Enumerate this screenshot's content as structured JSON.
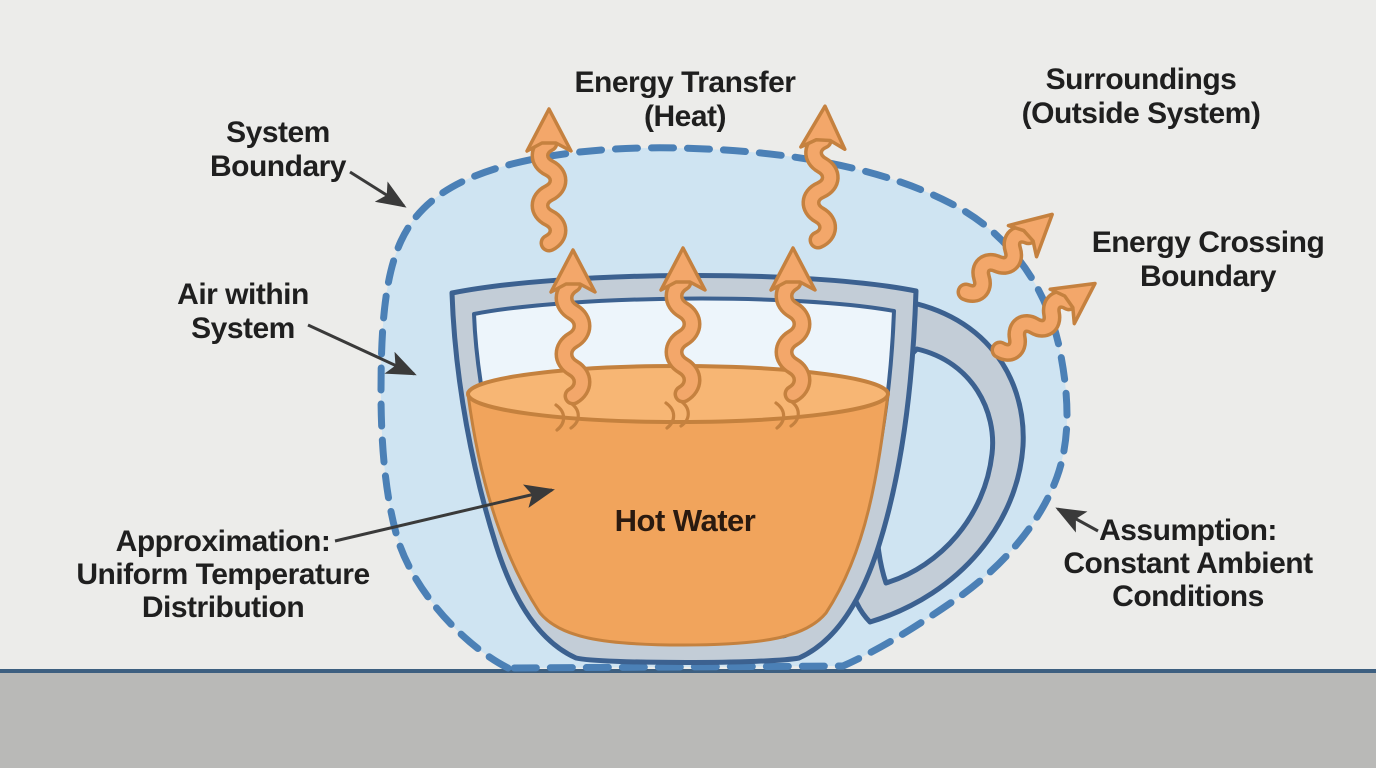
{
  "colors": {
    "background": "#ececea",
    "floor": "#b9b9b7",
    "floor_line": "#3d5f80",
    "boundary": "#4b80b6",
    "system_fill": "#cfe4f2",
    "cup_wall": "#c3cdd7",
    "cup_outline": "#3c6190",
    "cup_interior": "#edf5fb",
    "water": "#f1a45c",
    "water_surface": "#f7b674",
    "water_outline": "#c4813e",
    "energy_arrow": "#f3a76a",
    "energy_arrow_outline": "#c5813f",
    "text": "#1f1f1f",
    "hot_water_text": "#2a1a10",
    "pointer": "#3a3a3a"
  },
  "labels": {
    "system_boundary": {
      "line1": "System",
      "line2": "Boundary"
    },
    "energy_transfer": {
      "line1": "Energy Transfer",
      "line2": "(Heat)"
    },
    "surroundings": {
      "line1": "Surroundings",
      "line2": "(Outside System)"
    },
    "air_within_system": {
      "line1": "Air within",
      "line2": "System"
    },
    "energy_crossing_boundary": {
      "line1": "Energy Crossing",
      "line2": "Boundary"
    },
    "hot_water": {
      "line1": "Hot Water"
    },
    "approximation": {
      "line1": "Approximation:",
      "line2": "Uniform Temperature",
      "line3": "Distribution"
    },
    "assumption": {
      "line1": "Assumption:",
      "line2": "Constant Ambient",
      "line3": "Conditions"
    }
  }
}
